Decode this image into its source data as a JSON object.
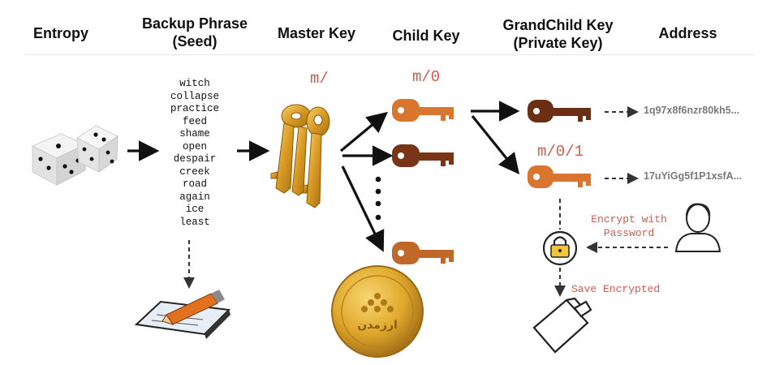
{
  "headers": {
    "entropy": "Entropy",
    "backup": [
      "Backup Phrase",
      "(Seed)"
    ],
    "master": "Master Key",
    "child": "Child Key",
    "grandchild": [
      "GrandChild Key",
      "(Private Key)"
    ],
    "address": "Address"
  },
  "seed_words": [
    "witch",
    "collapse",
    "practice",
    "feed",
    "shame",
    "open",
    "despair",
    "creek",
    "road",
    "again",
    "ice",
    "least"
  ],
  "paths": {
    "master": "m/",
    "child": "m/0",
    "grandchild": "m/0/1"
  },
  "addresses": [
    "1q97x8f6nzr80kh5...",
    "17uYiGg5f1P1xsfA..."
  ],
  "notes": {
    "encrypt": [
      "Encrypt with",
      "Password"
    ],
    "save": "Save Encrypted"
  },
  "coin_text": "ارزمدن",
  "colors": {
    "accent_red": "#d45a4a",
    "key_orange": "#d9752e",
    "key_brown": "#6b2f14",
    "gold": "#e6b23a"
  },
  "icons": [
    "dice-icon",
    "pen-paper-icon",
    "keys-icon",
    "child-key-icon",
    "grandchild-key-icon",
    "coin-icon",
    "padlock-icon",
    "user-icon",
    "wallet-icon"
  ]
}
